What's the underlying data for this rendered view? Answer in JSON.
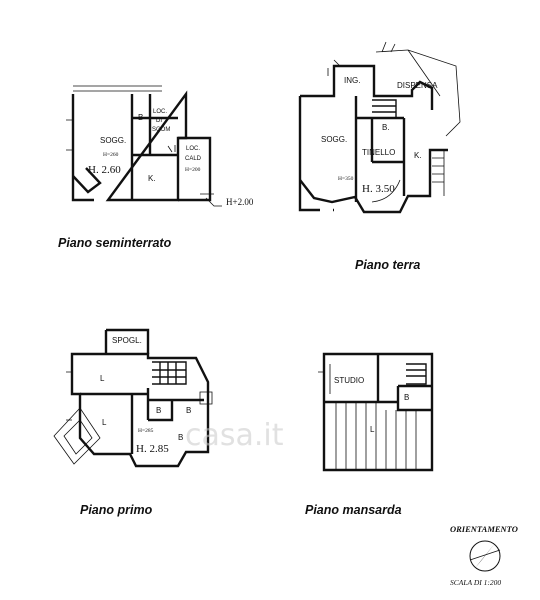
{
  "plans": {
    "seminterrato": {
      "label": "Piano seminterrato",
      "rooms": {
        "sogg": "SOGG.",
        "b": "B",
        "loc_sgom_1": "LOC.",
        "loc_sgom_2": "DI",
        "loc_sgom_3": "SGOM",
        "loc_cald_1": "LOC.",
        "loc_cald_2": "CALD",
        "k": "K."
      },
      "heights": {
        "main": "H. 2.60",
        "annex": "H+2.00",
        "small": "H=260",
        "small2": "H=200"
      }
    },
    "terra": {
      "label": "Piano terra",
      "rooms": {
        "ing": "ING.",
        "dispensa": "DISPENSA",
        "sogg": "SOGG.",
        "b": "B.",
        "tinello": "TINELLO",
        "k": "K."
      },
      "heights": {
        "main": "H. 3.50",
        "small": "H=350"
      }
    },
    "primo": {
      "label": "Piano primo",
      "rooms": {
        "spogl": "SPOGL.",
        "l1": "L",
        "l2": "L",
        "b1": "B",
        "b2": "B",
        "b3": "B"
      },
      "heights": {
        "main": "H. 2.85",
        "small": "H=285"
      }
    },
    "mansarda": {
      "label": "Piano mansarda",
      "rooms": {
        "studio": "STUDIO",
        "l": "L",
        "b": "B"
      }
    }
  },
  "orientation": {
    "label": "ORIENTAMENTO",
    "scale": "SCALA DI 1:200"
  },
  "watermark": "casa.it"
}
